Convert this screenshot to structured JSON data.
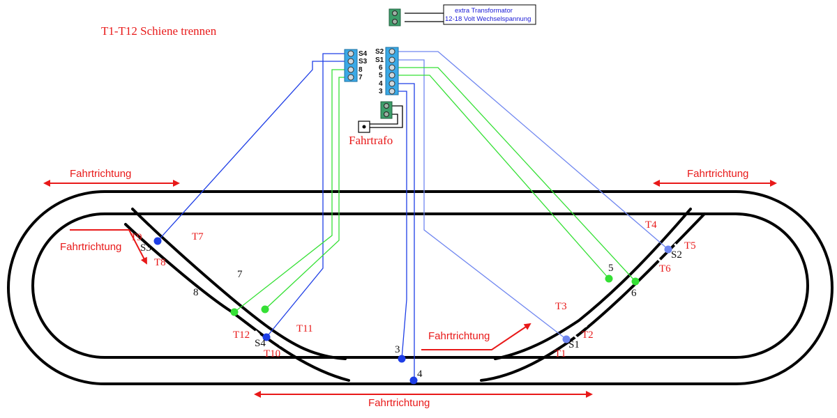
{
  "title": "T1-T12 Schiene trennen",
  "transformer_box": {
    "line1": "extra Transformator",
    "line2": "12-18 Volt Wechselspannung"
  },
  "fahrtrafo_label": "Fahrtrafo",
  "direction_label": "Fahrtrichtung",
  "left_terminal": [
    "S4",
    "S3",
    "8",
    "7"
  ],
  "right_terminal": [
    "S2",
    "S1",
    "6",
    "5",
    "4",
    "3"
  ],
  "cut_labels": {
    "t1": "T1",
    "t2": "T2",
    "t3": "T3",
    "t4": "T4",
    "t5": "T5",
    "t6": "T6",
    "t7": "T7",
    "t8": "T8",
    "t9": "T9",
    "t10": "T10",
    "t11": "T11",
    "t12": "T12"
  },
  "node_labels": {
    "s1": "S1",
    "s2": "S2",
    "s3": "S3",
    "s4": "S4",
    "n3": "3",
    "n4": "4",
    "n5": "5",
    "n6": "6",
    "n7": "7",
    "n8": "8"
  },
  "colors": {
    "rail": "#000000",
    "arrow": "#e81919",
    "wire_blue": "#1e3ee6",
    "wire_lightblue": "#6f86f0",
    "wire_green": "#35e035",
    "terminal": "#3aa9e6",
    "connector_green": "#3d9e6a"
  }
}
